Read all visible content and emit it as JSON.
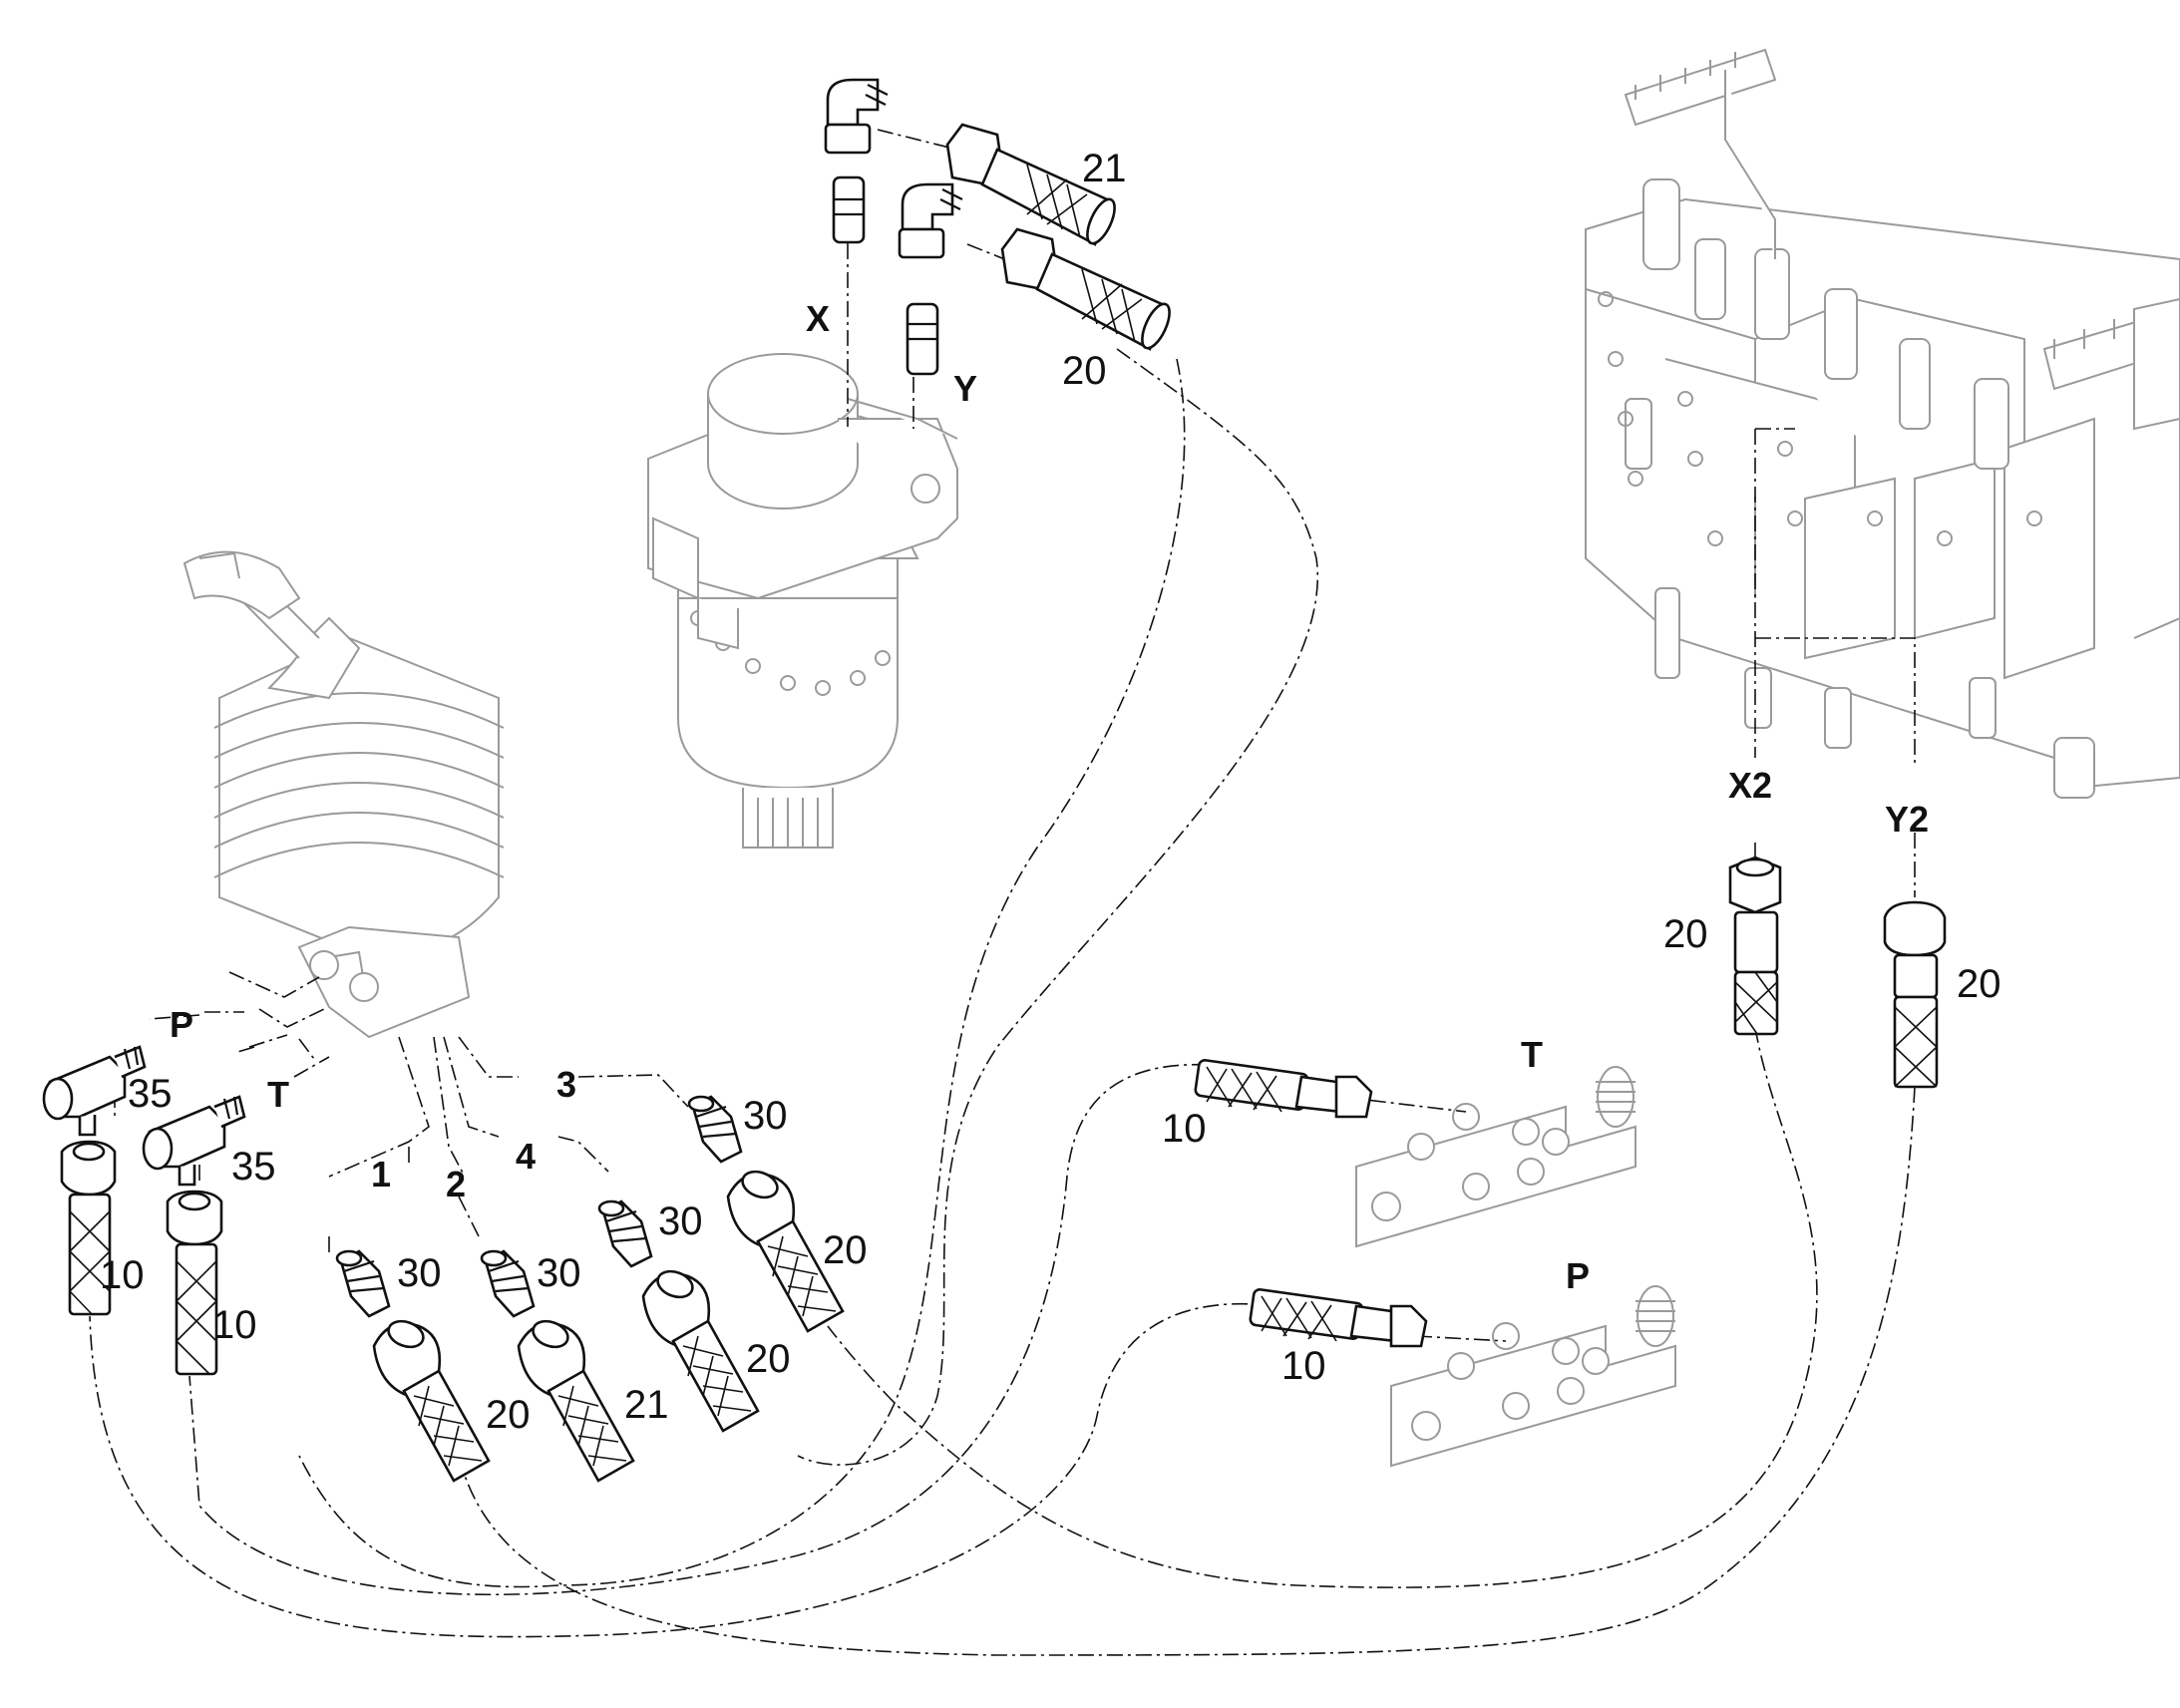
{
  "ports": {
    "x": "X",
    "y": "Y",
    "x2": "X2",
    "y2": "Y2",
    "p_joystick": "P",
    "t_joystick": "T",
    "t_manifold": "T",
    "p_manifold": "P",
    "port_1": "1",
    "port_2": "2",
    "port_3": "3",
    "port_4": "4"
  },
  "callouts": {
    "hose_21_top": "21",
    "hose_20_top": "20",
    "hose_20_x2": "20",
    "hose_20_y2": "20",
    "hose_10_t_manifold": "10",
    "hose_10_p_manifold": "10",
    "fitting_35_p": "35",
    "fitting_35_t": "35",
    "hose_10_p": "10",
    "hose_10_t": "10",
    "fitting_30_port1": "30",
    "fitting_30_port2": "30",
    "fitting_30_port4": "30",
    "fitting_30_port3": "30",
    "hose_20_port1": "20",
    "hose_21_port2": "21",
    "hose_20_port4": "20",
    "hose_20_port3": "20"
  }
}
